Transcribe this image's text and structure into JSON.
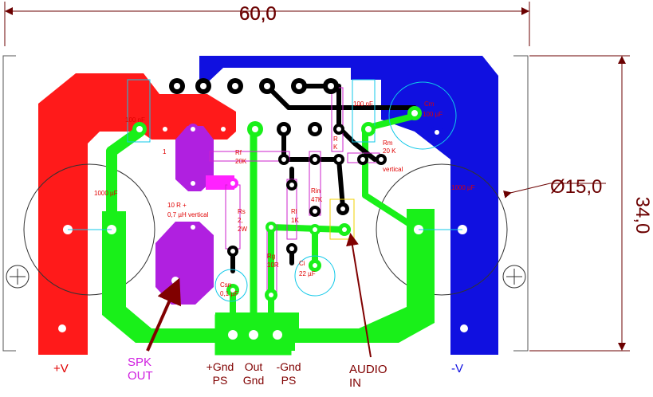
{
  "dimensions": {
    "width_label": "60,0",
    "height_label": "34,0",
    "hole_label": "Ø15,0"
  },
  "components": {
    "c_left_value": "1000 µF",
    "c_right_value": "1000 µF",
    "c_left_decoupling": "100 nF",
    "c_right_decoupling": "100 nF",
    "cm_name": "Cm",
    "cm_value": "100 µF",
    "rf_name": "Rf",
    "rf_value": "20K",
    "rm_name": "Rm",
    "rm_value": "20 K",
    "rm_note": "vertical",
    "rl_name": "Rl",
    "rl_value": "1K",
    "rin_name": "Rin",
    "rin_value": "47K",
    "rs_name": "Rs",
    "rs_value_a": "2,",
    "rs_value_b": "2W",
    "rg_name": "Rg",
    "rg_value": "10R",
    "ci_name": "Ci",
    "ci_value": "22 µF",
    "csn_name": "Csn",
    "csn_value": "0,1 µF",
    "inductor_a": "10 R +",
    "inductor_b": "0,7 µH vertical",
    "pin1": "1",
    "r_small_a": "R",
    "r_small_b": "K"
  },
  "labels": {
    "plus_v": "+V",
    "minus_v": "-V",
    "spk_out_line1": "SPK",
    "spk_out_line2": "OUT",
    "gnd_ps_plus_line1": "+Gnd",
    "gnd_ps_plus_line2": "PS",
    "out_gnd_line1": "Out",
    "out_gnd_line2": "Gnd",
    "gnd_ps_minus_line1": "-Gnd",
    "gnd_ps_minus_line2": "PS",
    "audio_in_line1": "AUDIO",
    "audio_in_line2": "IN"
  },
  "colors": {
    "positive_rail": "#ff1a1a",
    "negative_rail": "#1010e0",
    "ground_trace": "#19f019",
    "signal_trace": "#000000",
    "speaker_output": "#b020e0",
    "annotation_arrow": "#800000",
    "dimension_line": "#6b0000",
    "silkscreen_red": "#e00000"
  }
}
